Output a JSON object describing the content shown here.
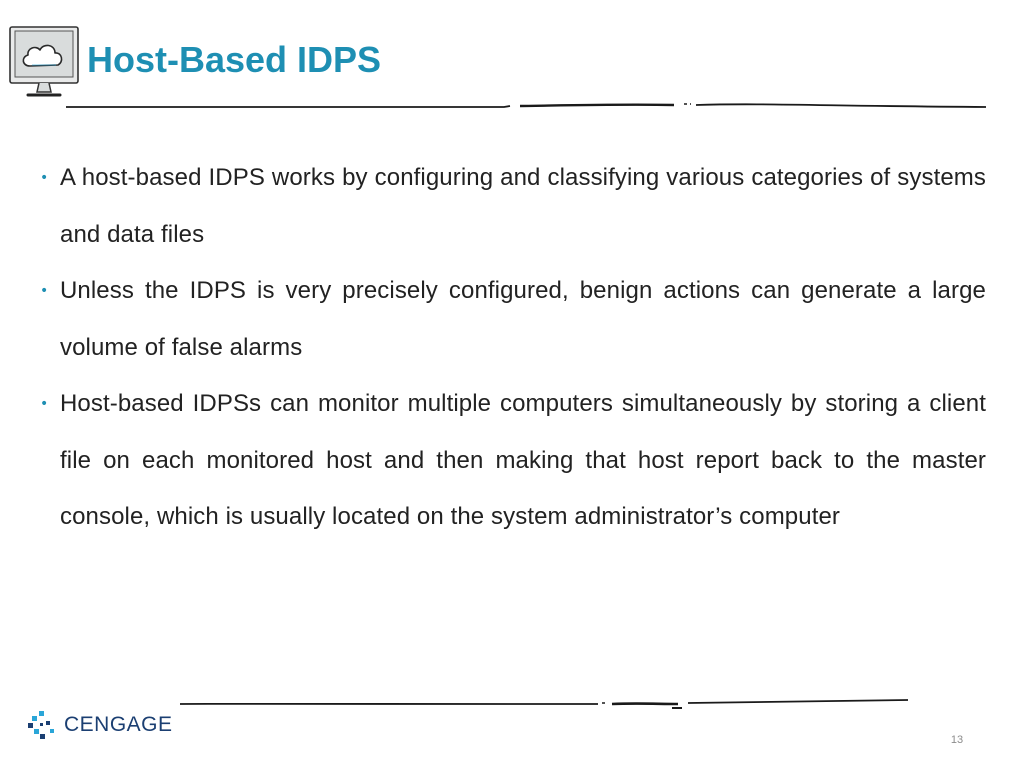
{
  "slide": {
    "title": "Host-Based IDPS",
    "bullets": [
      {
        "text": "A host-based IDPS works by configuring and classifying various categories of systems and data files"
      },
      {
        "text": "Unless the IDPS is very precisely configured, benign actions can generate a large volume of false alarms"
      },
      {
        "text": "Host-based IDPSs can monitor multiple computers simultaneously by storing a client file on each monitored host and then making that host report back to the master console, which is usually located on the system administrator’s computer"
      }
    ],
    "bullet_symbol": "•",
    "footer": {
      "logo_text": "CENGAGE",
      "page_number": "13"
    }
  },
  "icons": {
    "title_icon": "monitor-cloud-icon",
    "logo_mark": "cengage-logo-mark"
  },
  "colors": {
    "title": "#1e8fb3",
    "body_text": "#222222",
    "bullet": "#1e8fb3",
    "rule": "#1a1a1a",
    "logo_text": "#1b3f72",
    "logo_accent": "#2aa6d8",
    "page_number": "#8c8c8c"
  }
}
